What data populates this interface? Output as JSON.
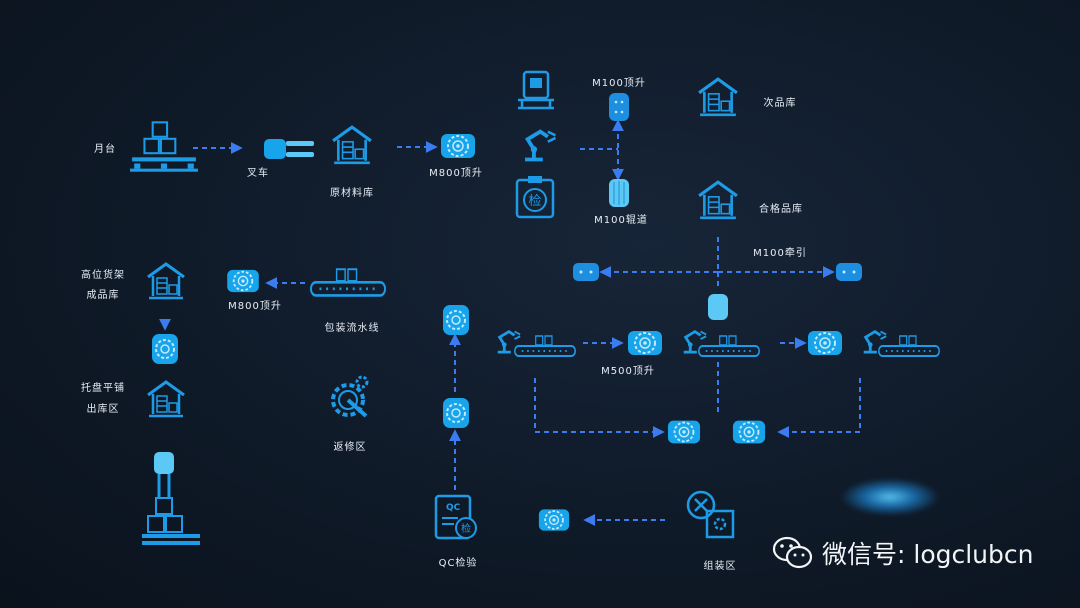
{
  "labels": {
    "platform": "月台",
    "forklift": "叉车",
    "raw_warehouse": "原材料库",
    "m800_lift_top": "M800顶升",
    "m100_lift": "M100顶升",
    "m100_roller": "M100辊道",
    "defect_warehouse": "次品库",
    "qualified_warehouse": "合格品库",
    "m100_traction": "M100牵引",
    "m500_lift": "M500顶升",
    "high_shelf": "高位货架",
    "finished_warehouse": "成品库",
    "m800_lift_left": "M800顶升",
    "packing_line": "包装流水线",
    "pallet_flat": "托盘平铺",
    "outbound_area": "出库区",
    "repair_area": "返修区",
    "qc": "QC检验",
    "assembly": "组装区"
  },
  "watermark": {
    "text": "微信号: logclubcn"
  },
  "icon_text": {
    "inspect": "检",
    "qc_badge": "QC"
  },
  "colors": {
    "icon": "#1e9be6",
    "icon_light": "#5cc8f5",
    "arrow": "#3b7cf0",
    "bg": "#0f1a28"
  }
}
